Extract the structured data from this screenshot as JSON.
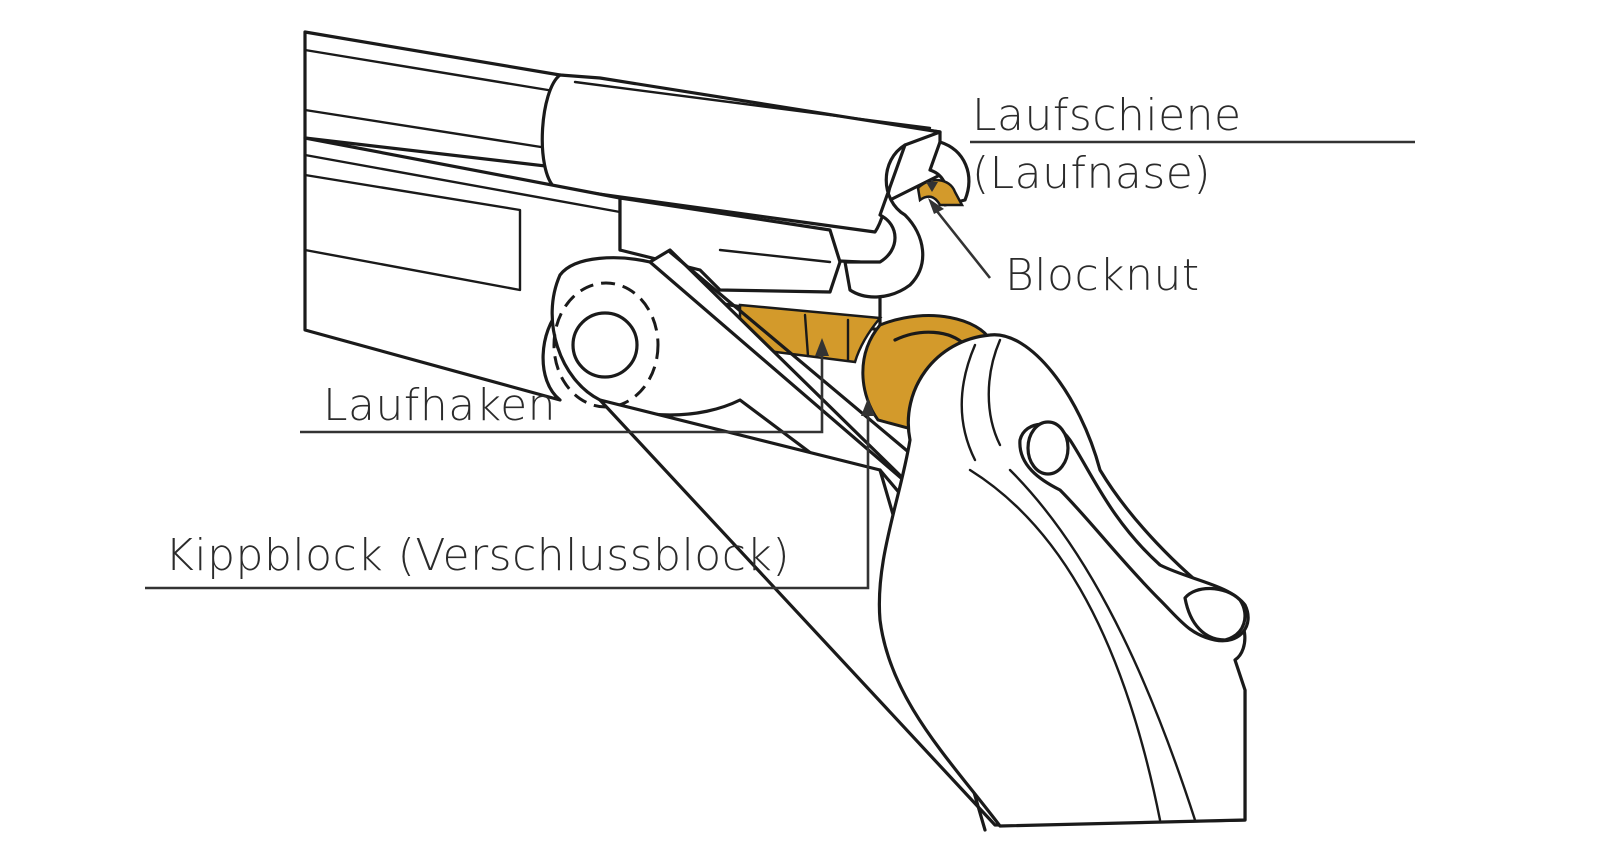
{
  "labels": {
    "laufschiene": "Laufschiene",
    "laufnase": "(Laufnase)",
    "blocknut": "Blocknut",
    "laufhaken": "Laufhaken",
    "kippblock": "Kippblock (Verschlussblock)"
  },
  "colors": {
    "highlight": "#d39a2b",
    "line": "#1a1a1a",
    "label_text": "#2b2b2b"
  }
}
